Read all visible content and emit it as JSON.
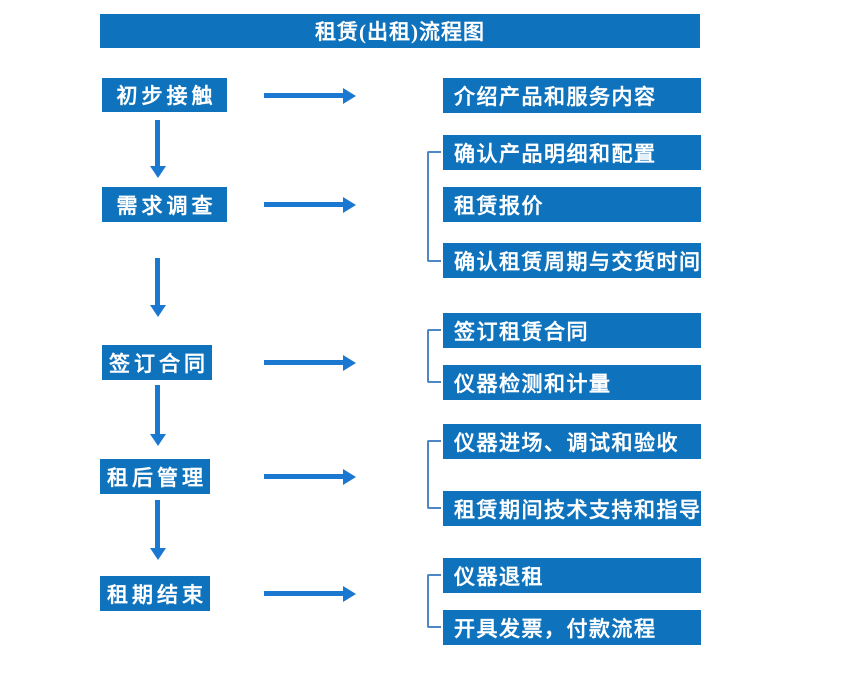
{
  "title": "租赁(出租)流程图",
  "colors": {
    "box_blue": "#0F72BC",
    "arrow_blue": "#1A78D0",
    "bracket_blue": "#4E86C6",
    "text": "#FFFFFF",
    "background": "#FFFFFF"
  },
  "flow": {
    "stages": [
      {
        "label": "初步接触",
        "details": [
          "介绍产品和服务内容"
        ]
      },
      {
        "label": "需求调查",
        "details": [
          "确认产品明细和配置",
          "租赁报价",
          "确认租赁周期与交货时间"
        ]
      },
      {
        "label": "签订合同",
        "details": [
          "签订租赁合同",
          "仪器检测和计量"
        ]
      },
      {
        "label": "租后管理",
        "details": [
          "仪器进场、调试和验收",
          "租赁期间技术支持和指导"
        ]
      },
      {
        "label": "租期结束",
        "details": [
          "仪器退租",
          "开具发票，付款流程"
        ]
      }
    ]
  }
}
